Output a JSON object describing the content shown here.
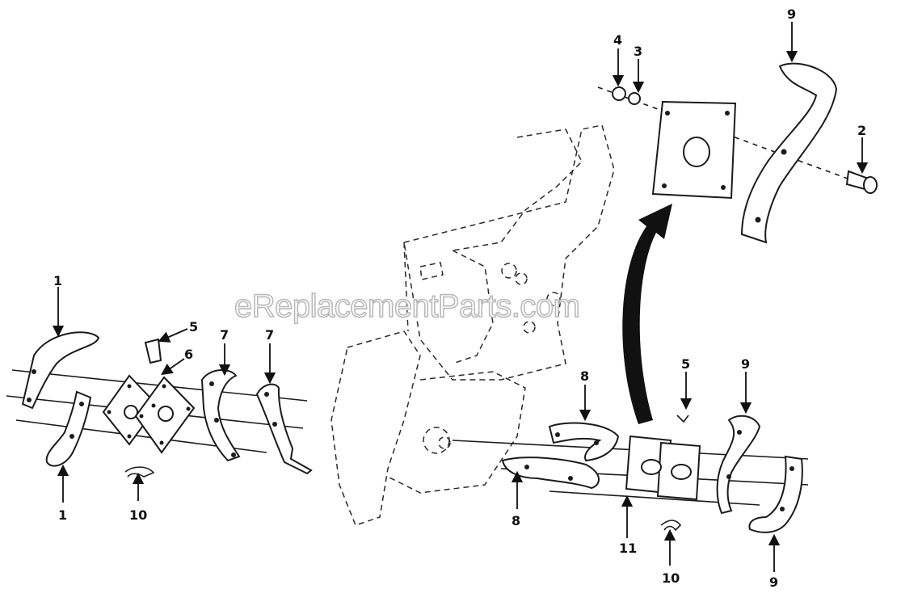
{
  "watermark": "eReplacementParts.com",
  "callouts": [
    {
      "id": "c1a",
      "text": "1"
    },
    {
      "id": "c1b",
      "text": "1"
    },
    {
      "id": "c5a",
      "text": "5"
    },
    {
      "id": "c6",
      "text": "6"
    },
    {
      "id": "c7a",
      "text": "7"
    },
    {
      "id": "c7b",
      "text": "7"
    },
    {
      "id": "c10a",
      "text": "10"
    },
    {
      "id": "c4",
      "text": "4"
    },
    {
      "id": "c3",
      "text": "3"
    },
    {
      "id": "c9a",
      "text": "9"
    },
    {
      "id": "c2",
      "text": "2"
    },
    {
      "id": "c8a",
      "text": "8"
    },
    {
      "id": "c8b",
      "text": "8"
    },
    {
      "id": "c5b",
      "text": "5"
    },
    {
      "id": "c9b",
      "text": "9"
    },
    {
      "id": "c9c",
      "text": "9"
    },
    {
      "id": "c11",
      "text": "11"
    },
    {
      "id": "c10b",
      "text": "10"
    }
  ]
}
